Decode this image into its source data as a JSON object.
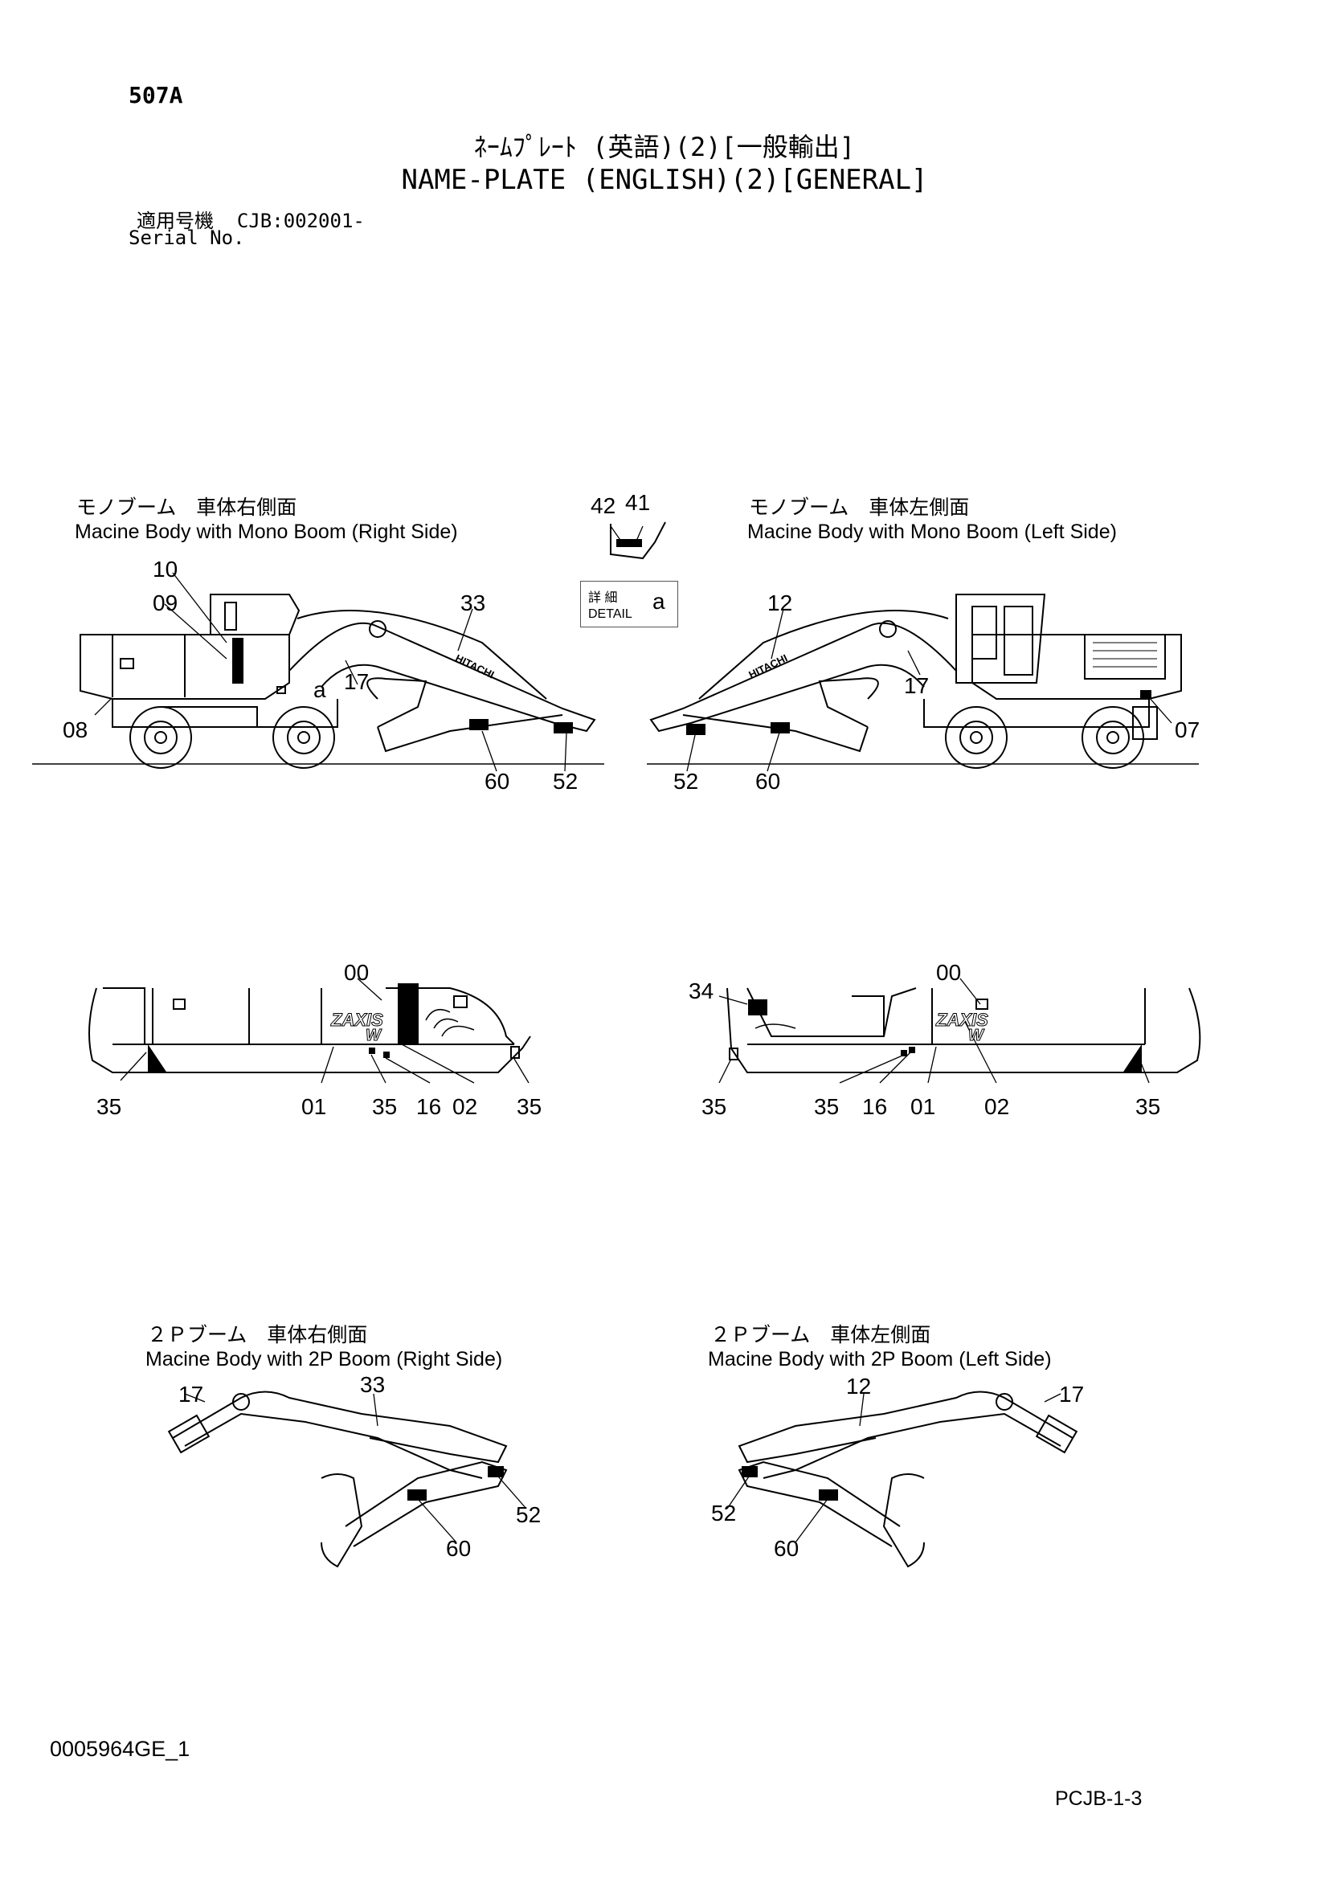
{
  "header": {
    "page_code": "507A",
    "title_jp": "ﾈｰﾑﾌﾟﾚｰﾄ (英語)(2)[一般輸出]",
    "title_en": "NAME-PLATE (ENGLISH)(2)[GENERAL]",
    "serial_label_jp": "適用号機",
    "serial_value": "CJB:002001-",
    "serial_label_en": "Serial No."
  },
  "figures": [
    {
      "id": "mono-right",
      "caption_jp": "モノブーム　車体右側面",
      "caption_en": "Macine Body with Mono Boom (Right Side)"
    },
    {
      "id": "mono-left",
      "caption_jp": "モノブーム　車体左側面",
      "caption_en": "Macine Body with Mono Boom (Left Side)"
    },
    {
      "id": "twop-right",
      "caption_jp": "２Ｐブーム　車体右側面",
      "caption_en": "Macine Body with 2P Boom (Right Side)"
    },
    {
      "id": "twop-left",
      "caption_jp": "２Ｐブーム　車体左側面",
      "caption_en": "Macine Body with 2P Boom (Left Side)"
    }
  ],
  "detail": {
    "label_jp": "詳 細",
    "label_en": "DETAIL",
    "ref": "a"
  },
  "callouts": {
    "top_center": [
      "42",
      "41"
    ],
    "mono_right": [
      "10",
      "09",
      "33",
      "17",
      "a",
      "08",
      "60",
      "52"
    ],
    "mono_left": [
      "12",
      "17",
      "07",
      "52",
      "60"
    ],
    "body_right": [
      "00",
      "35",
      "01",
      "35",
      "16",
      "02",
      "35"
    ],
    "body_left": [
      "34",
      "00",
      "35",
      "35",
      "16",
      "01",
      "02",
      "35"
    ],
    "twop_right": [
      "17",
      "33",
      "52",
      "60"
    ],
    "twop_left": [
      "12",
      "17",
      "52",
      "60"
    ]
  },
  "decal_text": {
    "hitachi": "HITACHI",
    "zaxis": "ZAXIS",
    "w": "W"
  },
  "footer": {
    "doc_id": "0005964GE_1",
    "page_ref": "PCJB-1-3"
  }
}
